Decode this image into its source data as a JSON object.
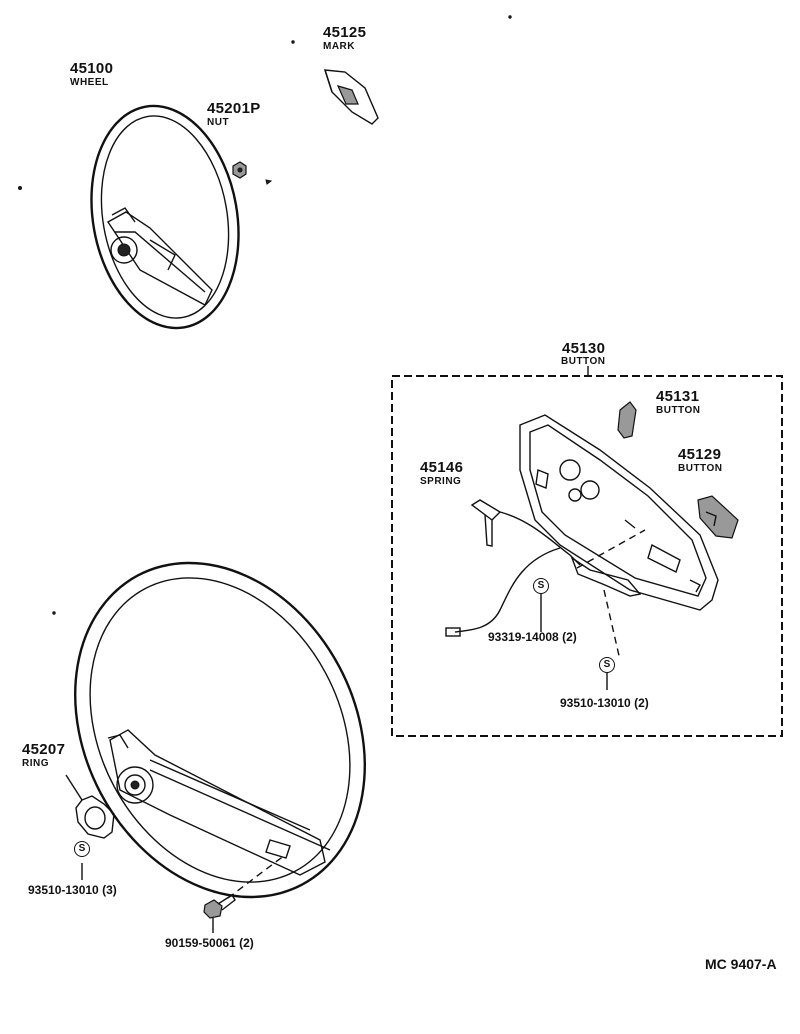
{
  "parts": {
    "wheel_top": {
      "number": "45100",
      "name": "WHEEL"
    },
    "nut": {
      "number": "45201P",
      "name": "NUT"
    },
    "mark": {
      "number": "45125",
      "name": "MARK"
    },
    "button_assy": {
      "number": "45130",
      "name": "BUTTON"
    },
    "button_45131": {
      "number": "45131",
      "name": "BUTTON"
    },
    "button_45129": {
      "number": "45129",
      "name": "BUTTON"
    },
    "spring": {
      "number": "45146",
      "name": "SPRING"
    },
    "screw_93319": {
      "number": "93319-14008 (2)"
    },
    "screw_93510_box": {
      "number": "93510-13010 (2)"
    },
    "ring": {
      "number": "45207",
      "name": "RING"
    },
    "screw_93510_ring": {
      "number": "93510-13010 (3)"
    },
    "bolt": {
      "number": "90159-50061 (2)"
    }
  },
  "badge_symbol": "S",
  "diagram_code": "MC 9407-A"
}
